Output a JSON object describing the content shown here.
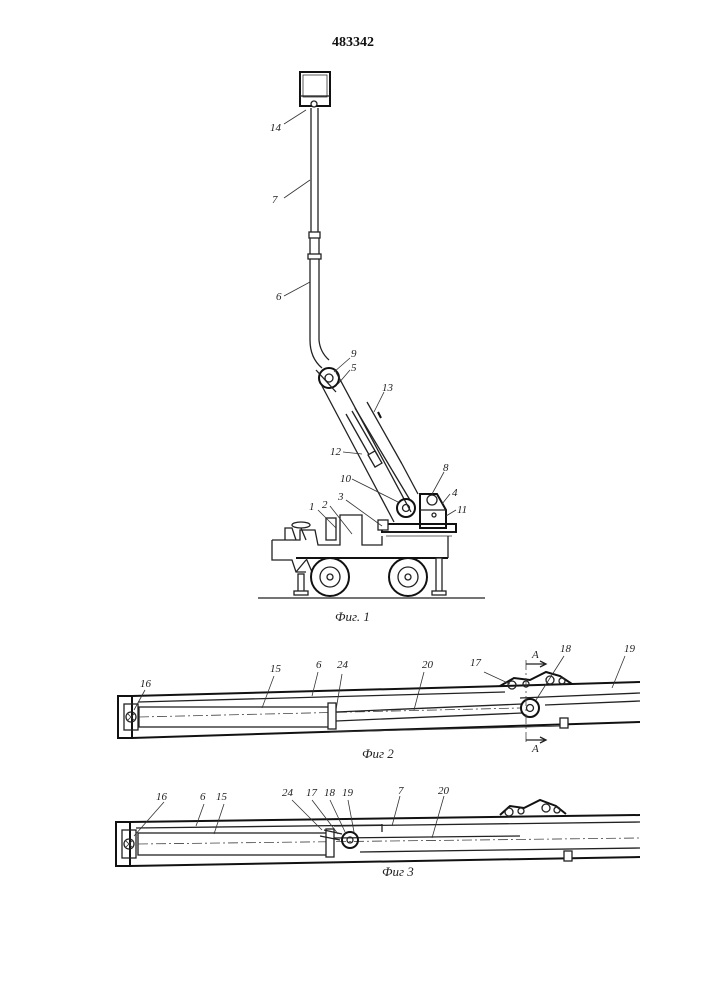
{
  "patent_number": "483342",
  "figures": {
    "fig1": {
      "caption": "Фиг. 1",
      "labels": [
        "14",
        "7",
        "6",
        "9",
        "5",
        "13",
        "12",
        "10",
        "8",
        "4",
        "11",
        "2",
        "3",
        "1"
      ]
    },
    "fig2": {
      "caption": "Фиг 2",
      "labels": [
        "16",
        "15",
        "6",
        "24",
        "20",
        "17",
        "18",
        "19"
      ],
      "section_marks": [
        "А",
        "А"
      ]
    },
    "fig3": {
      "caption": "Фиг 3",
      "labels": [
        "16",
        "6",
        "15",
        "24",
        "17",
        "18",
        "19",
        "7",
        "20"
      ]
    }
  }
}
